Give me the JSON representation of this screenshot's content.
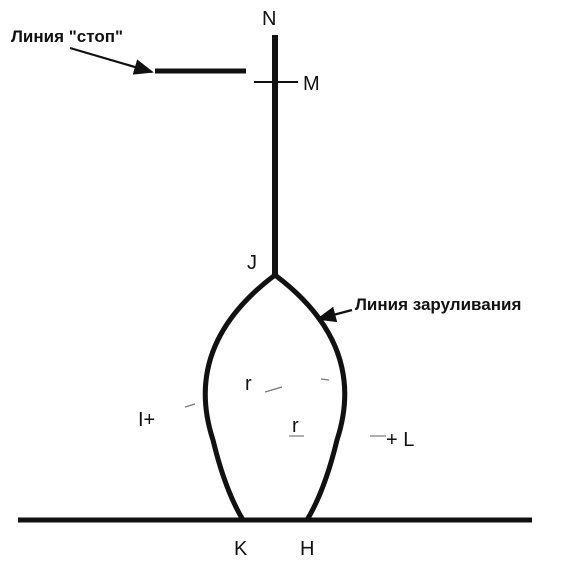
{
  "labels": {
    "stop_line": "Линия \"стоп\"",
    "taxi_line": "Линия заруливания",
    "point_n": "N",
    "point_m": "M",
    "point_j": "J",
    "point_k": "K",
    "point_h": "H",
    "point_i": "I+",
    "point_l": "+ L",
    "radius_top": "r",
    "radius_bottom": "r"
  },
  "colors": {
    "line": "#111111",
    "background": "#ffffff"
  }
}
